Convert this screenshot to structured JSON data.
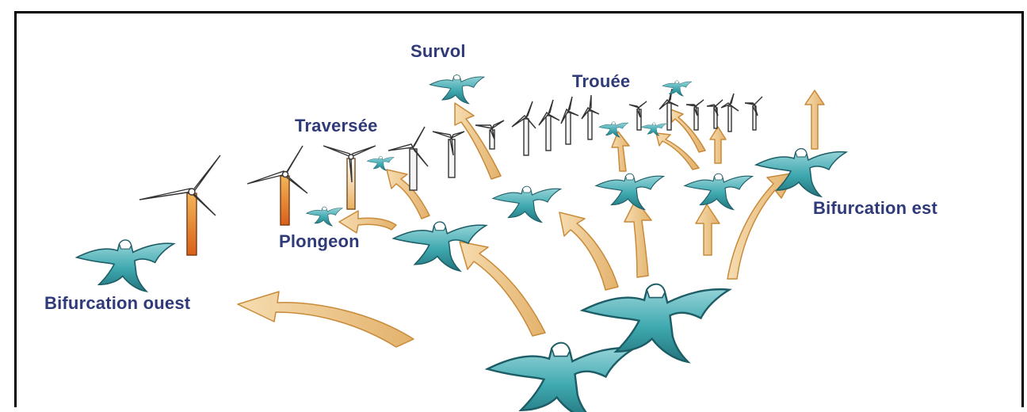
{
  "labels": {
    "survol": "Survol",
    "trouee": "Trouée",
    "traversee": "Traversée",
    "plongeon": "Plongeon",
    "bifurcation_est": "Bifurcation est",
    "bifurcation_ouest": "Bifurcation ouest"
  },
  "colors": {
    "label_text": "#2f3a78",
    "bird_body": "#3fa9b0",
    "bird_light": "#a9dde0",
    "arrow_fill": "#e8b870",
    "arrow_edge": "#c98a3a",
    "tower_orange": "#e07820",
    "frame": "#000000"
  },
  "icons": [
    "bird-icon",
    "wind-turbine-icon",
    "flight-arrow-icon"
  ]
}
